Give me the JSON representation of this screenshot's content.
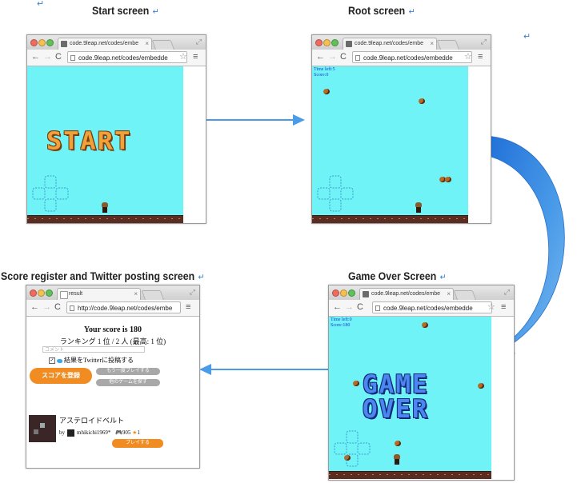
{
  "captions": {
    "start": "Start screen",
    "root": "Root screen",
    "score_register": "Score register and Twitter posting screen",
    "game_over": "Game Over Screen"
  },
  "return_mark": "↵",
  "browser": {
    "tab_title": "code.9leap.net/codes/embe",
    "address": "code.9leap.net/codes/embedde"
  },
  "start_screen": {
    "title_text": "START"
  },
  "root_screen": {
    "time_left": "Time left:5",
    "score": "Score:0"
  },
  "game_over_screen": {
    "time_left": "Time left:0",
    "score": "Score:180",
    "line1": "GAME",
    "line2": "OVER"
  },
  "result_screen": {
    "tab_title": "result",
    "address": "http://code.9leap.net/codes/embe",
    "score_text": "Your score is 180",
    "ranking_text": "ランキング 1 位 / 2 人 (最高: 1 位)",
    "comment_placeholder": "コメント",
    "tweet_label": "結果をTwitterに投稿する",
    "register_button": "スコアを登録",
    "gray_button_1": "もう一度プレイする",
    "gray_button_2": "他のゲームを探す",
    "game_title": "アステロイドベルト",
    "by_label": "by",
    "author": "mhikichi1969*",
    "plays": "905",
    "favs": "1",
    "play_button": "プレイする"
  },
  "colors": {
    "arrow": "#4a9be8",
    "game_bg": "#6ff3f6",
    "ground": "#5b2c22",
    "accent": "#f08c22"
  }
}
